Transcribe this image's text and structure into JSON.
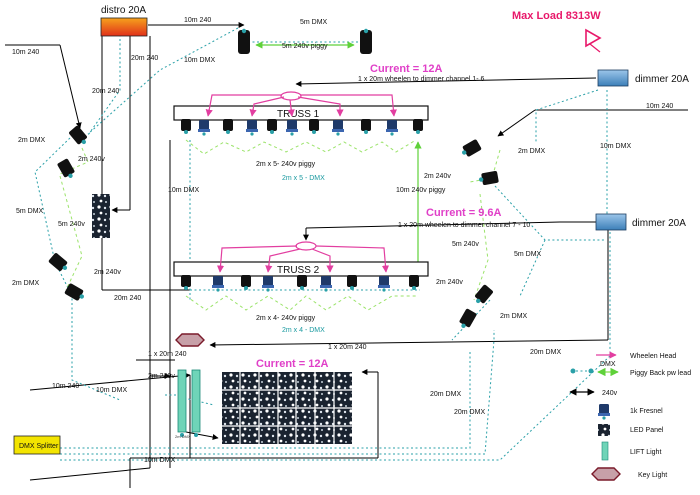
{
  "labels": {
    "distro": "distro 20A",
    "max_load": "Max Load 8313W",
    "dimmer1": "dimmer 20A",
    "dimmer2": "dimmer 20A",
    "truss1": "TRUSS 1",
    "truss2": "TRUSS 2",
    "dmx_splitter": "DMX Splitter",
    "current1": "Current  = 12A",
    "current2": "Current  = 9.6A",
    "current3": "Current = 12A",
    "cable_top1": "10m 240",
    "cable_top2": "5m DMX",
    "cable_top3": "5m 240v piggy",
    "cable_left1": "10m 240",
    "cable_left2": "20m 240",
    "cable_left3": "20m 240",
    "cable_left4": "10m DMX",
    "wheelen1": "1 x 20m wheelen to dimmer channel 1- 6",
    "wheelen2": "1 x 20m wheelen to dimmer channel 7 - 10",
    "r_10m240": "10m 240",
    "r_10mdmx": "10m DMX",
    "l_2mdmx_a": "2m DMX",
    "l_2m240v_a": "2m 240v",
    "l_5mdmx": "5m DMX",
    "l_5m240v": "5m 240v",
    "l_2mdmx_b": "2m DMX",
    "l_2m240v_b": "2m 240v",
    "r_2mdmx_a": "2m DMX",
    "r_2m240v_a": "2m 240v",
    "r_5m240v": "5m 240v",
    "r_5mdmx": "5m DMX",
    "r_2m240v_b": "2m 240v",
    "r_2mdmx_b": "2m DMX",
    "t1_piggy": "2m x 5-  240v piggy",
    "t1_dmx": "2m x 5 - DMX",
    "t2_piggy": "2m x 4-  240v piggy",
    "t2_dmx": "2m x 4 - DMX",
    "mid_10mdmx": "10m DMX",
    "mid_20m240": "20m 240",
    "mid_10m240piggy": "10m 240v piggy",
    "b_1x20m240": "1 x 20m 240",
    "b_1x20m240b": "1 x 20m 240",
    "b_2m240v": "2m 240v",
    "b_10mdmx": "10m DMX",
    "b_10m240": "10m 240",
    "b_10mdmx2": "10m DMX",
    "b_20mdmx": "20m DMX",
    "b_20mdmx2": "20m DMX",
    "b_20mdmx3": "20m DMX",
    "lift_small": "2m DMX"
  },
  "legend": {
    "wheelen": "Wheelen Head",
    "piggy": "Piggy Back pw lead",
    "dmx": "DMX",
    "pw240": "240v",
    "fresnel": "1k Fresnel",
    "led": "LED Panel",
    "lift": "LIFT Light",
    "key": "Key Light"
  },
  "colors": {
    "dmx": "#2aa0a8",
    "wheelen": "#e23ea0",
    "piggy": "#9be36a",
    "max_load": "#e8186a",
    "current": "#e040c8"
  }
}
